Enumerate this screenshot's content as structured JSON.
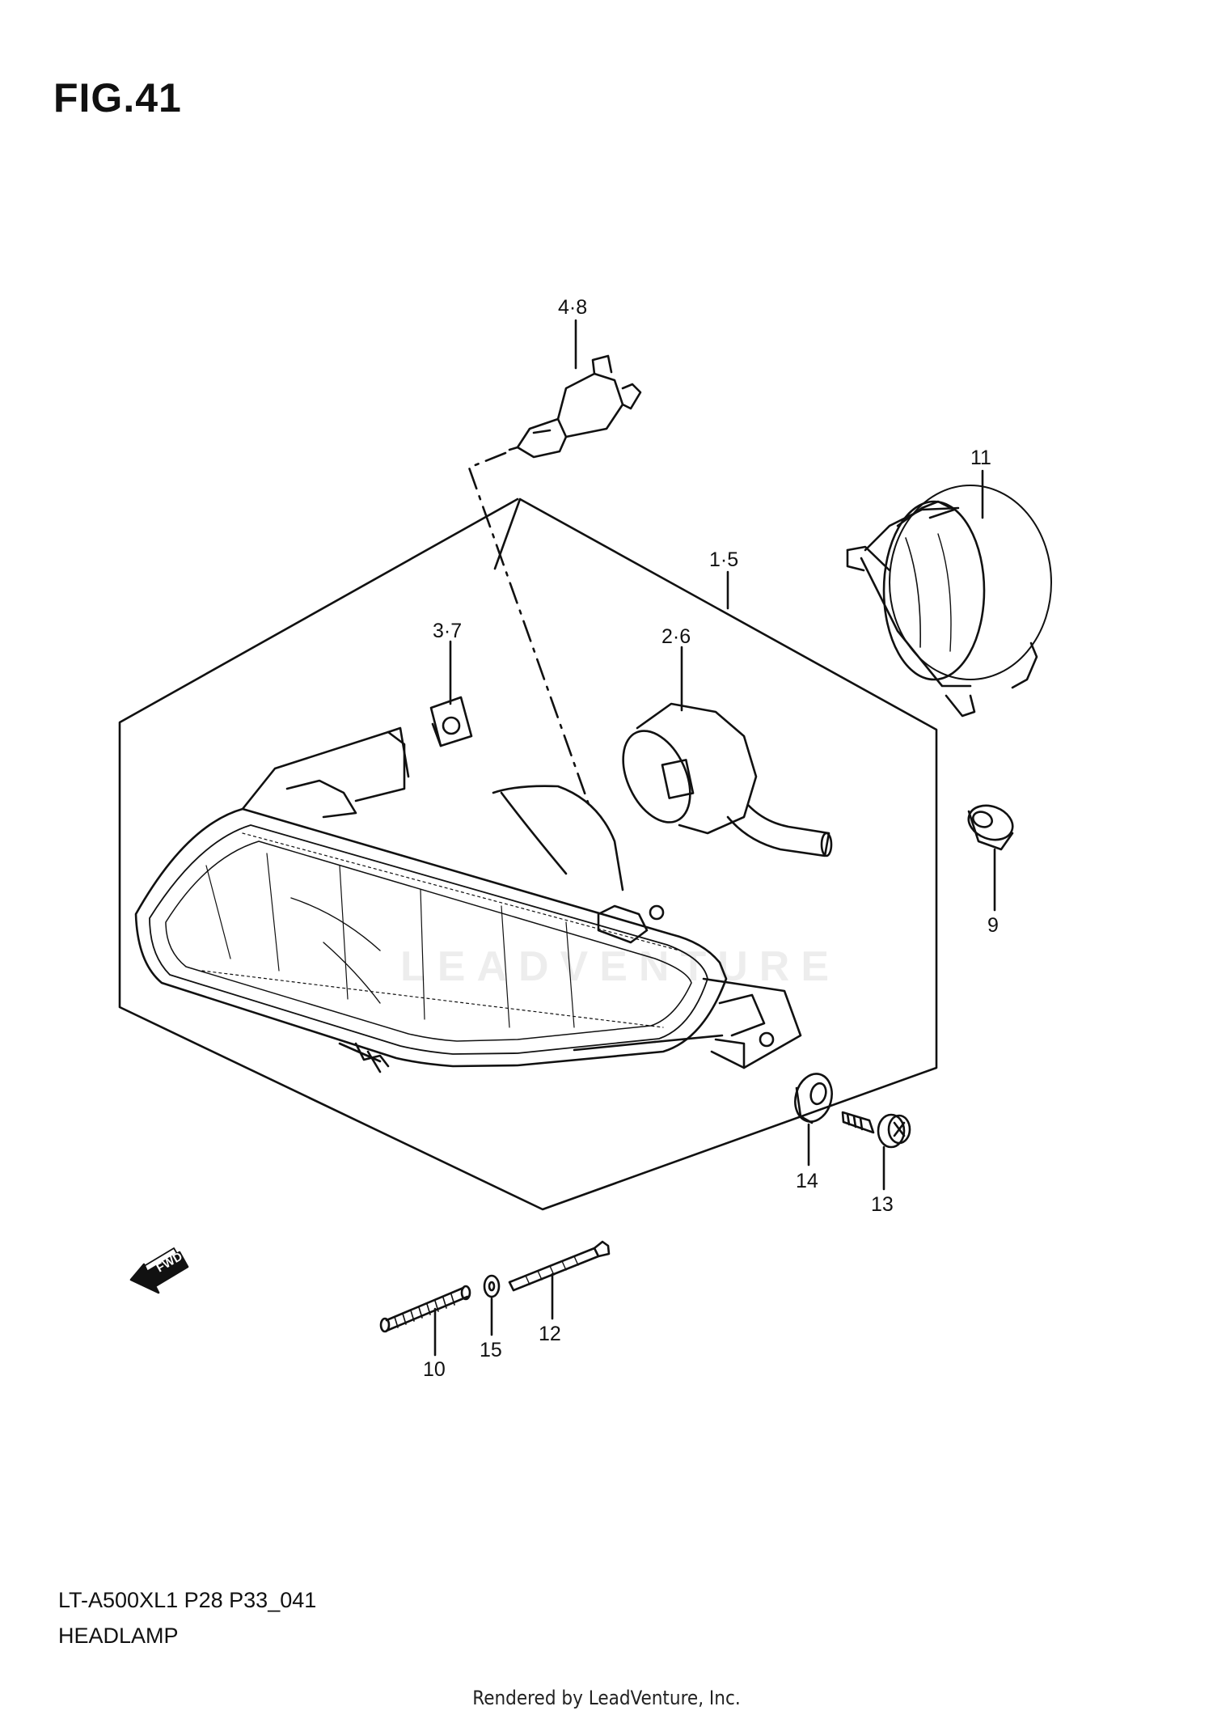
{
  "figure": {
    "title": "FIG.41",
    "model_code": "LT-A500XL1  P28  P33_041",
    "assembly_name": "HEADLAMP"
  },
  "callouts": [
    {
      "id": "4-8",
      "label": "4·8"
    },
    {
      "id": "11",
      "label": "11"
    },
    {
      "id": "1-5",
      "label": "1·5"
    },
    {
      "id": "3-7",
      "label": "3·7"
    },
    {
      "id": "2-6",
      "label": "2·6"
    },
    {
      "id": "9",
      "label": "9"
    },
    {
      "id": "14",
      "label": "14"
    },
    {
      "id": "13",
      "label": "13"
    },
    {
      "id": "12",
      "label": "12"
    },
    {
      "id": "15",
      "label": "15"
    },
    {
      "id": "10",
      "label": "10"
    }
  ],
  "direction_arrow": {
    "label": "FWD",
    "icon": "fwd-arrow-icon"
  },
  "watermark": {
    "text": "LEADVENTURE"
  },
  "footer": {
    "credit": "Rendered by LeadVenture, Inc."
  },
  "colors": {
    "line": "#111111",
    "background": "#ffffff"
  }
}
